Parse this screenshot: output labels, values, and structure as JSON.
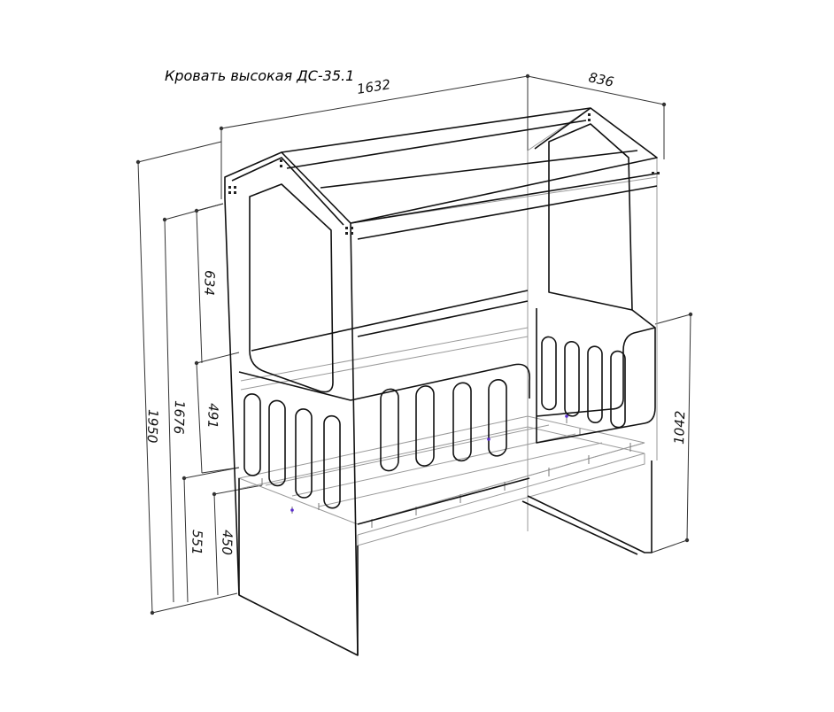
{
  "title": "Кровать высокая ДС-35.1",
  "dimensions": {
    "width": "1632",
    "depth": "836",
    "total_height": "1950",
    "height_to_roof": "1676",
    "window_height": "634",
    "upper_rail_height": "491",
    "lower_rail_height": "551",
    "leg_height": "450",
    "right_height": "1042"
  },
  "colors": {
    "line": "#111111",
    "ghost": "#9a9a9a",
    "dimension": "#333333",
    "accent": "#5a2ccf"
  }
}
